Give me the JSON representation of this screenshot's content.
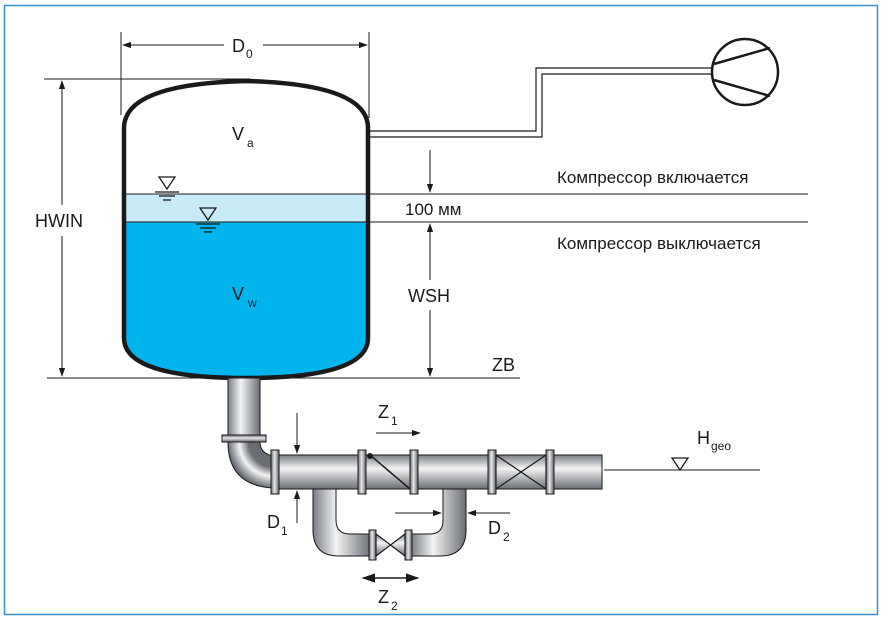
{
  "labels": {
    "d0": "D",
    "d0_sub": "0",
    "va": "V",
    "va_sub": "a",
    "vw": "V",
    "vw_sub": "w",
    "hwin": "HWIN",
    "wsh": "WSH",
    "zb": "ZB",
    "band": "100 мм",
    "comp_on": "Компрессор включается",
    "comp_off": "Компрессор выключается",
    "z1": "Z",
    "z1_sub": "1",
    "z2": "Z",
    "z2_sub": "2",
    "d1": "D",
    "d1_sub": "1",
    "d2": "D",
    "d2_sub": "2",
    "hgeo": "H",
    "hgeo_sub": "geo"
  },
  "colors": {
    "frame": "#3a8fd0",
    "water": "#00b5ee",
    "air_band": "#c8ebf8",
    "pipe_light": "#eef0f2",
    "pipe_mid": "#b8bcc1",
    "pipe_dark": "#6a6e73",
    "outline": "#1a1a1a"
  },
  "icons": [
    "compressor-icon",
    "water-level-icon",
    "valve-icon",
    "check-valve-icon"
  ]
}
